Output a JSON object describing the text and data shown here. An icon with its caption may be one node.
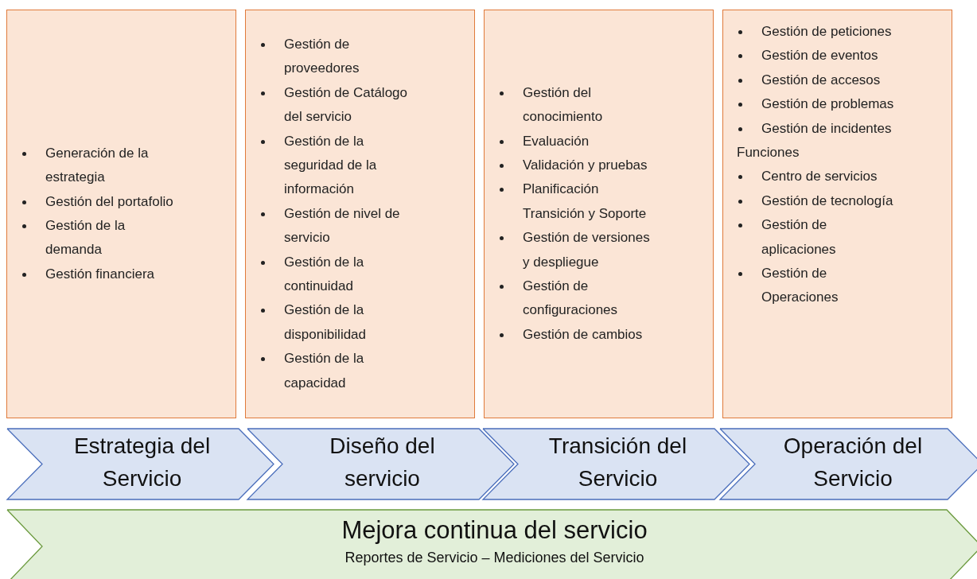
{
  "diagram": {
    "nodes": [
      {
        "text": [
          "Generación de la estrategia",
          "Gestión del portafolio",
          "Gestión de la demanda",
          "Gestión financiera"
        ]
      },
      {
        "text": [
          "Gestión de proveedores",
          "Gestión de Catálogo del servicio",
          "Gestión de la seguridad de la información",
          "Gestión de nivel de servicio",
          "Gestión de la continuidad",
          "Gestión de la disponibilidad",
          "Gestión de la capacidad"
        ]
      },
      {
        "text": [
          "Gestión del conocimiento",
          "Evaluación",
          "Validación y pruebas",
          "Planificación Transición y Soporte",
          "Gestión de versiones y despliegue",
          "Gestión de configuraciones",
          "Gestión de cambios"
        ]
      },
      {
        "text": [
          "Gestión de peticiones",
          "Gestión de eventos",
          "Gestión de accesos",
          "Gestión de problemas",
          "Gestión de incidentes",
          "Funciones",
          "Centro de servicios",
          "Gestión de tecnología",
          "Gestión de aplicaciones",
          "Gestión de Operaciones"
        ]
      },
      {
        "text": [
          "Estrategia del Servicio"
        ]
      },
      {
        "text": [
          "Diseño del servicio"
        ]
      },
      {
        "text": [
          "Transición del Servicio"
        ]
      },
      {
        "text": [
          "Operación del Servicio"
        ]
      },
      {
        "text": [
          "Mejora continua del servicio",
          "Reportes de Servicio – Mediciones del Servicio"
        ]
      }
    ]
  }
}
